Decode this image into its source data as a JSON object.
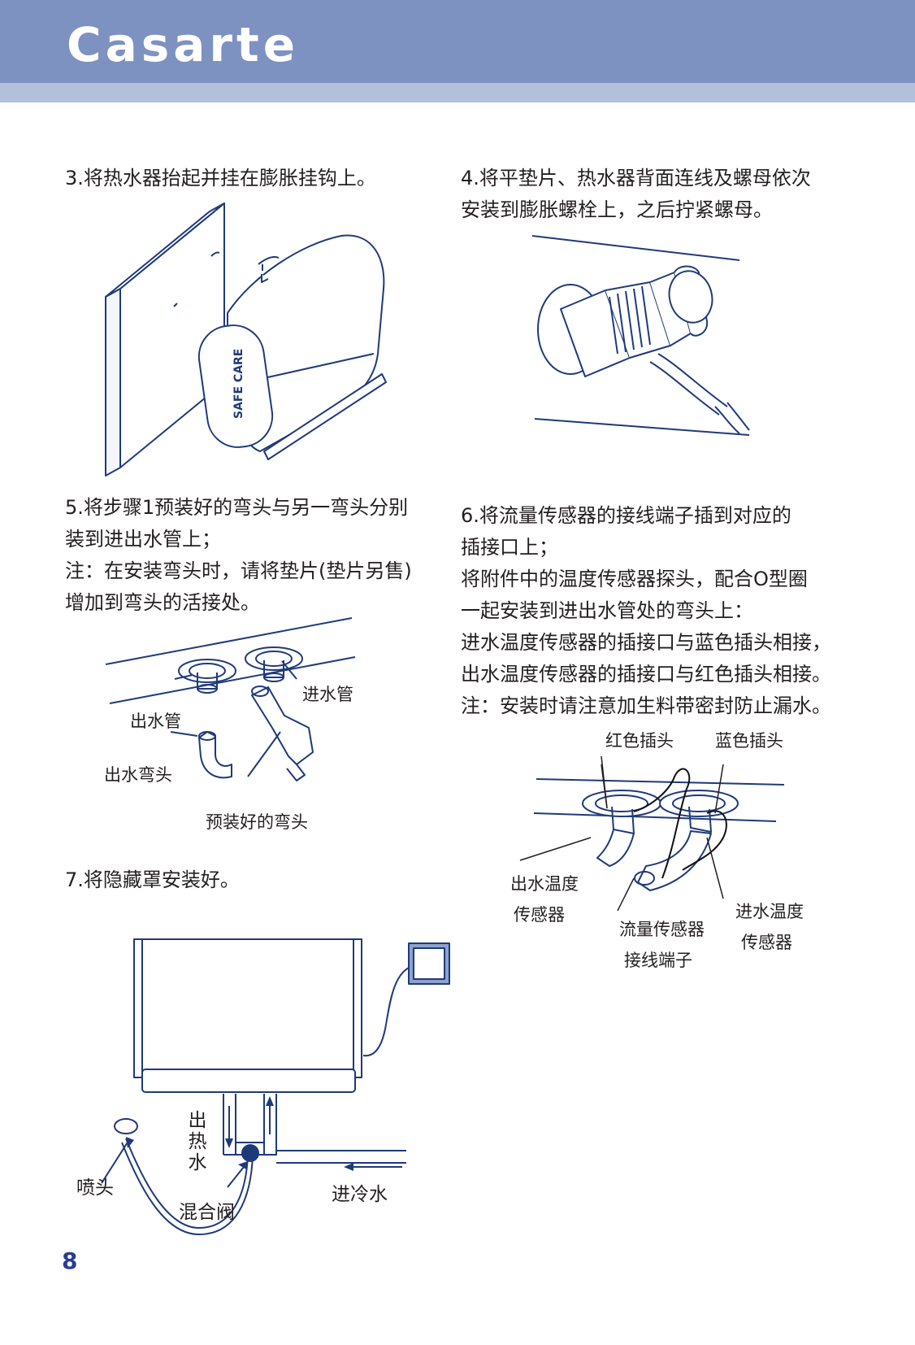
{
  "header": {
    "brand": "Casarte",
    "band_color": "#7d92c1",
    "stripe_color": "#b3c0dc"
  },
  "steps": {
    "step3": {
      "lines": [
        "3.将热水器抬起并挂在膨胀挂钩上。"
      ]
    },
    "step4": {
      "lines": [
        "4.将平垫片、热水器背面连线及螺母依次",
        "安装到膨胀螺栓上，之后拧紧螺母。"
      ]
    },
    "step5": {
      "lines": [
        "5.将步骤1预装好的弯头与另一弯头分别",
        "装到进出水管上；",
        "注：在安装弯头时，请将垫片(垫片另售)",
        "增加到弯头的活接处。"
      ]
    },
    "step6": {
      "lines": [
        "6.将流量传感器的接线端子插到对应的",
        "插接口上；",
        "将附件中的温度传感器探头，配合O型圈",
        "一起安装到进出水管处的弯头上：",
        "进水温度传感器的插接口与蓝色插头相接，",
        "出水温度传感器的插接口与红色插头相接。",
        "注：安装时请注意加生料带密封防止漏水。"
      ]
    },
    "step7": {
      "lines": [
        "7.将隐藏罩安装好。"
      ]
    }
  },
  "figure3": {
    "heater_logo": "SAFE CARE"
  },
  "figure5": {
    "labels": {
      "outlet_pipe": "出水管",
      "inlet_pipe": "进水管",
      "outlet_elbow": "出水弯头",
      "preassembled_elbow": "预装好的弯头"
    }
  },
  "figure6": {
    "labels": {
      "red_plug": "红色插头",
      "blue_plug": "蓝色插头",
      "outlet_temp_sensor_1": "出水温度",
      "outlet_temp_sensor_2": "传感器",
      "flow_sensor_1": "流量传感器",
      "flow_sensor_2": "接线端子",
      "inlet_temp_sensor_1": "进水温度",
      "inlet_temp_sensor_2": "传感器"
    }
  },
  "figure7": {
    "labels": {
      "hot_out": [
        "出",
        "热",
        "水"
      ],
      "shower_head": "喷头",
      "mixing_valve": "混合阀",
      "cold_in": "进冷水"
    }
  },
  "footer": {
    "page_number": "8"
  }
}
